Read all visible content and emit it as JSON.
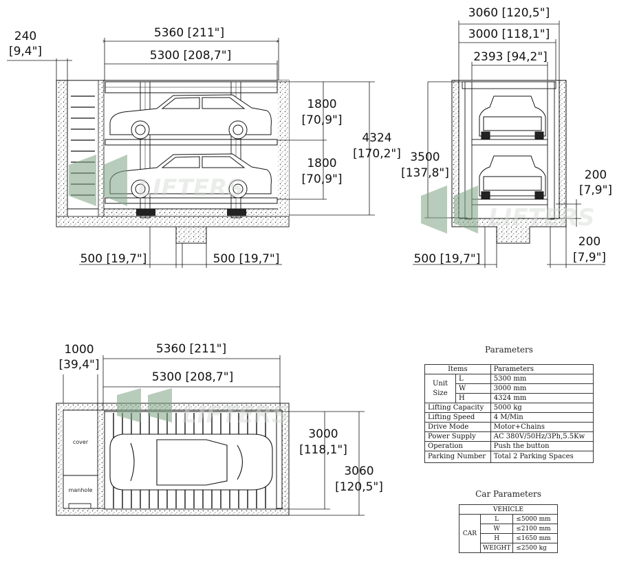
{
  "dimensions": {
    "front_top_width": "5360 [211\"]",
    "front_inner_width": "5300 [208,7\"]",
    "front_left_gap": "240",
    "front_left_gap_in": "[9,4\"]",
    "front_upper_level": "1800",
    "front_upper_level_in": "[70,9\"]",
    "front_lower_level": "1800",
    "front_lower_level_in": "[70,9\"]",
    "front_total_height": "4324",
    "front_total_height_in": "[170,2\"]",
    "front_pit_left": "500 [19,7\"]",
    "front_pit_right": "500 [19,7\"]",
    "side_outer_width": "3060 [120,5\"]",
    "side_inner_width": "3000 [118,1\"]",
    "side_clear_width": "2393 [94,2\"]",
    "side_height": "3500",
    "side_height_in": "[137,8\"]",
    "side_right_top": "200",
    "side_right_top_in": "[7,9\"]",
    "side_right_bottom": "200",
    "side_right_bottom_in": "[7,9\"]",
    "side_pit": "500 [19,7\"]",
    "plan_left": "1000",
    "plan_left_in": "[39,4\"]",
    "plan_top_width": "5360 [211\"]",
    "plan_inner_width": "5300 [208,7\"]",
    "plan_inner_depth": "3000",
    "plan_inner_depth_in": "[118,1\"]",
    "plan_outer_depth": "3060",
    "plan_outer_depth_in": "[120,5\"]"
  },
  "plan_labels": {
    "cover": "cover",
    "manhole": "manhole"
  },
  "watermark": {
    "text": "LIFTERS",
    "color": "#7fa384"
  },
  "parameters": {
    "title": "Parameters",
    "header": {
      "items": "Items",
      "parameters": "Parameters"
    },
    "unit": "Unit",
    "size": "Size",
    "unit_size": [
      {
        "key": "L",
        "value": "5300 mm"
      },
      {
        "key": "W",
        "value": "3000 mm"
      },
      {
        "key": "H",
        "value": "4324 mm"
      }
    ],
    "rows": [
      {
        "item": "Lifting Capacity",
        "value": "5000 kg"
      },
      {
        "item": "Lifting Speed",
        "value": "4 M/Min"
      },
      {
        "item": "Drive Mode",
        "value": "Motor+Chains"
      },
      {
        "item": "Power Supply",
        "value": "AC 380V/50Hz/3Ph,5.5Kw"
      },
      {
        "item": "Operation",
        "value": "Push the button"
      },
      {
        "item": "Parking Number",
        "value": "Total 2 Parking Spaces"
      }
    ]
  },
  "car_parameters": {
    "title": "Car Parameters",
    "header": "VEHICLE",
    "car": "CAR",
    "rows": [
      {
        "key": "L",
        "value": "≤5000 mm"
      },
      {
        "key": "W",
        "value": "≤2100 mm"
      },
      {
        "key": "H",
        "value": "≤1650 mm"
      },
      {
        "key": "WEIGHT",
        "value": "≤2500 kg"
      }
    ]
  }
}
